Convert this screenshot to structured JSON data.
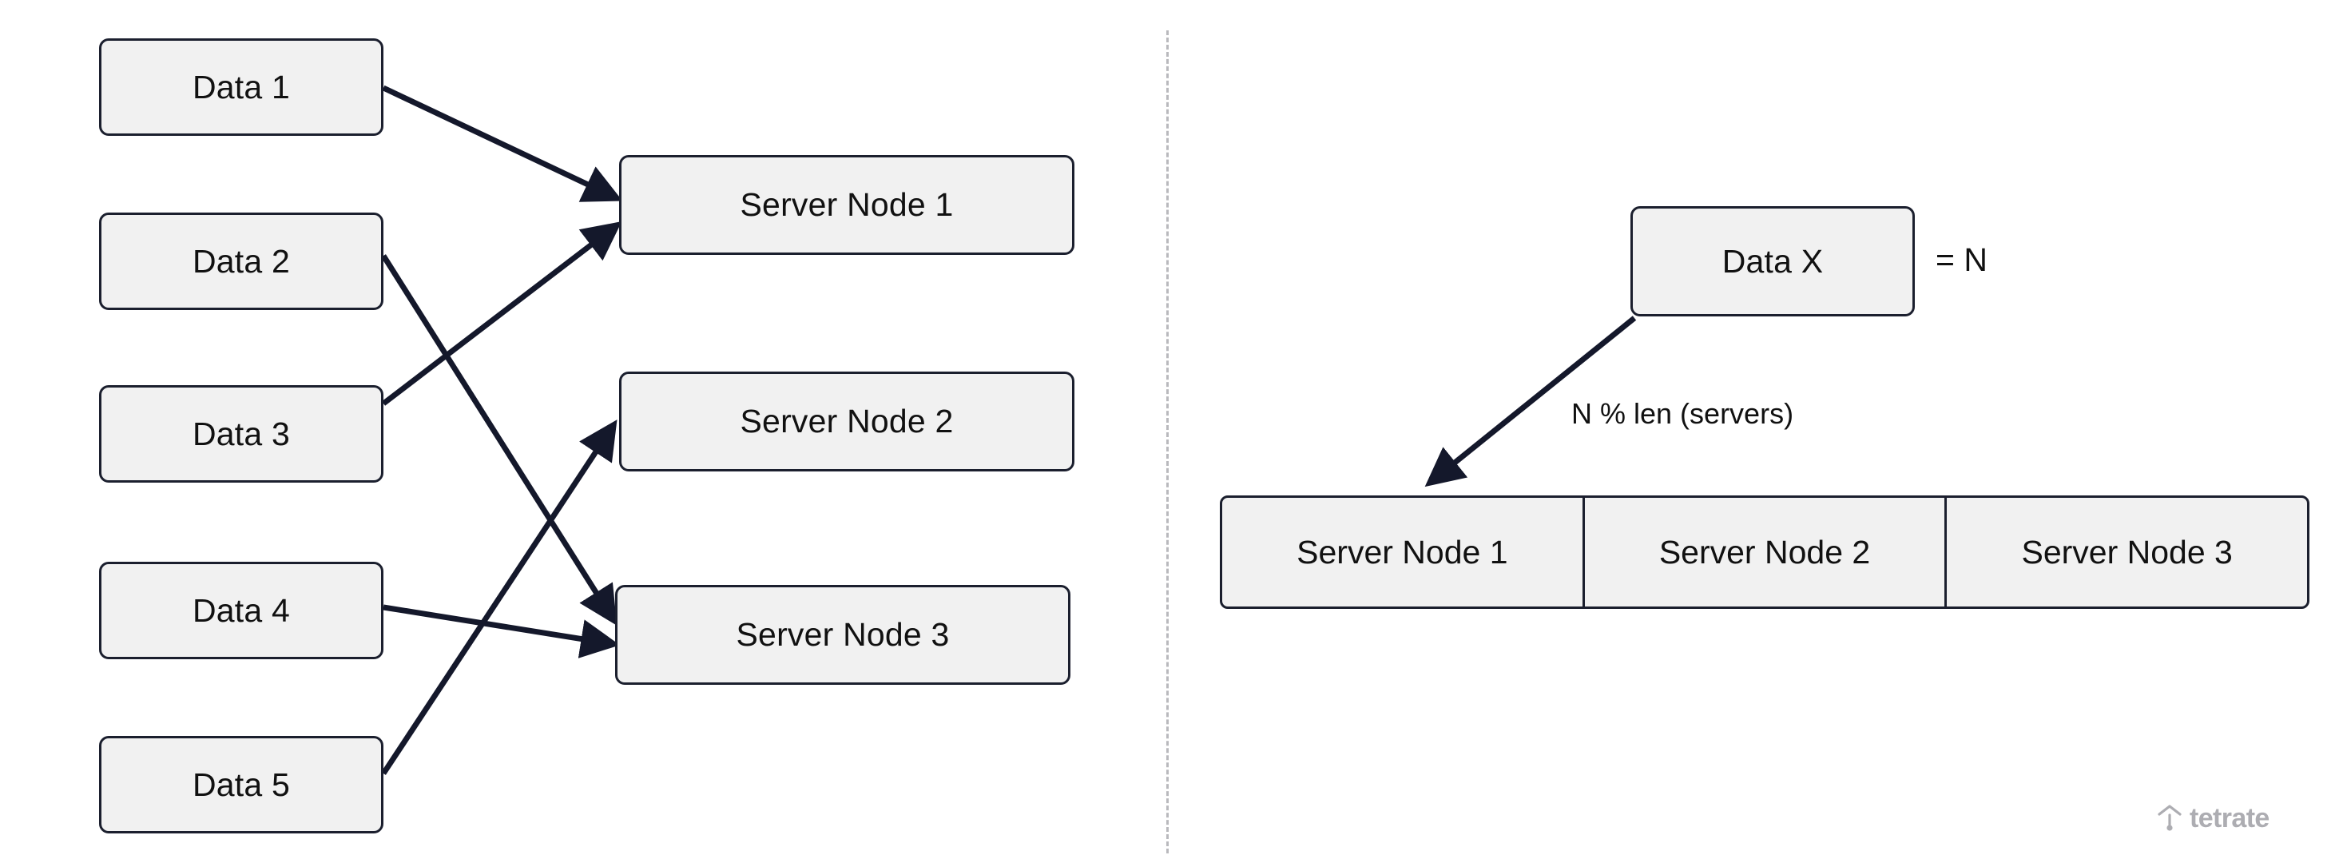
{
  "diagram": {
    "title": "Load balancing / hash-modulo routing diagram",
    "colors": {
      "node_fill": "#f1f1f1",
      "node_border": "#1b1f2e",
      "arrow": "#14182b",
      "divider": "#b9b9bd",
      "logo": "#adadb2",
      "background": "#ffffff"
    }
  },
  "left_panel": {
    "data_nodes": [
      {
        "id": "data-1",
        "label": "Data 1"
      },
      {
        "id": "data-2",
        "label": "Data 2"
      },
      {
        "id": "data-3",
        "label": "Data 3"
      },
      {
        "id": "data-4",
        "label": "Data 4"
      },
      {
        "id": "data-5",
        "label": "Data 5"
      }
    ],
    "server_nodes": [
      {
        "id": "server-node-1",
        "label": "Server Node 1"
      },
      {
        "id": "server-node-2",
        "label": "Server Node 2"
      },
      {
        "id": "server-node-3",
        "label": "Server Node 3"
      }
    ],
    "edges": [
      {
        "from": "Data 1",
        "to": "Server Node 1"
      },
      {
        "from": "Data 2",
        "to": "Server Node 3"
      },
      {
        "from": "Data 3",
        "to": "Server Node 1"
      },
      {
        "from": "Data 4",
        "to": "Server Node 3"
      },
      {
        "from": "Data 5",
        "to": "Server Node 2"
      }
    ]
  },
  "right_panel": {
    "data_box_label": "Data X",
    "equals_label": "= N",
    "edge_label": "N % len (servers)",
    "server_strip": [
      {
        "id": "strip-server-node-1",
        "label": "Server Node 1"
      },
      {
        "id": "strip-server-node-2",
        "label": "Server Node 2"
      },
      {
        "id": "strip-server-node-3",
        "label": "Server Node 3"
      }
    ]
  },
  "branding": {
    "logo_text": "tetrate"
  }
}
